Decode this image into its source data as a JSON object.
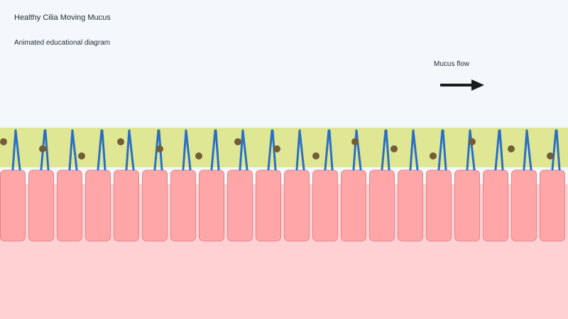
{
  "title": "Healthy Cilia Moving Mucus",
  "subtitle": "Animated educational diagram",
  "flow_label": "Mucus flow",
  "colors": {
    "background": "#f3f8fb",
    "mucus_layer": "#dfe795",
    "cilia": "#2a6fc4",
    "particles": "#735c36",
    "cells_fill": "#ffa6a8",
    "cells_stroke": "#e0858a",
    "tissue": "#ffd1d2",
    "arrow": "#1c1c1c"
  },
  "cell_count": 20,
  "particle_count": 15
}
